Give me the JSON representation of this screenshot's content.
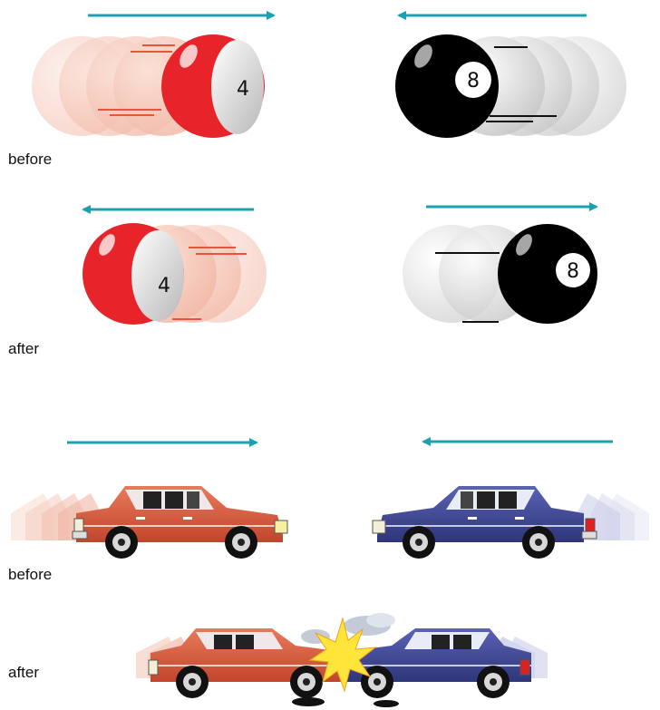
{
  "labels": {
    "balls_before": "before",
    "balls_after": "after",
    "cars_before": "before",
    "cars_after": "after"
  },
  "balls": {
    "red_ball_number": "4",
    "black_ball_number": "8"
  },
  "colors": {
    "arrow": "#1aa0b0",
    "red_ball": "#e8242b",
    "black_ball": "#000000",
    "red_car": "#d9593d",
    "blue_car": "#3a4392",
    "explosion": "#ffe43a"
  }
}
